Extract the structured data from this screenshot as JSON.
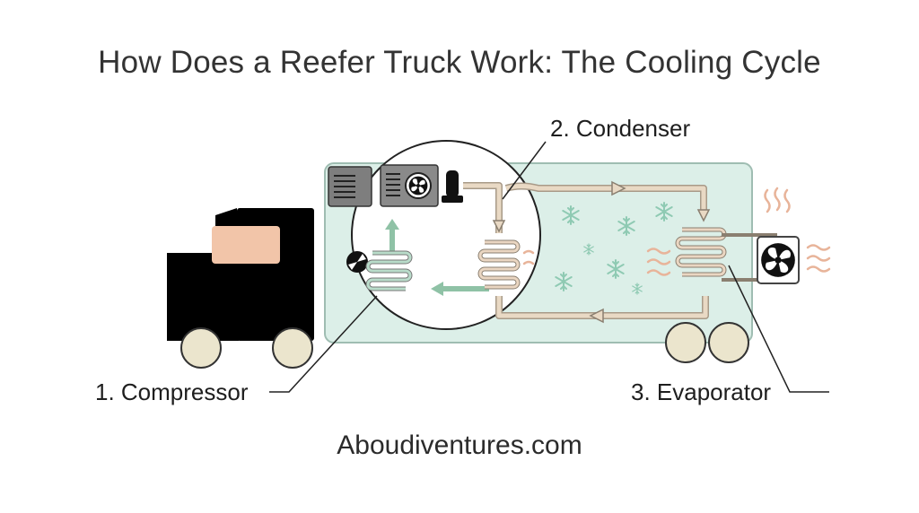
{
  "title": "How Does a Reefer Truck Work: The Cooling Cycle",
  "labels": {
    "compressor": "1. Compressor",
    "condenser": "2. Condenser",
    "evaporator": "3. Evaporator"
  },
  "footer": "Aboudiventures.com",
  "colors": {
    "trailer_fill": "#dcefe8",
    "trailer_stroke": "#9fbdb2",
    "refrigerant_cool": "#8fc2a6",
    "refrigerant_warm": "#e5d3bd",
    "cab": "#000000",
    "cab_window": "#f2c5a9",
    "wheel": "#ebe5cd",
    "snowflake": "#8fcab3",
    "heat_wave": "#e8b49a"
  },
  "icons": [
    "fan-icon",
    "snowflake-icon",
    "heat-wave-icon",
    "compressor-unit-icon",
    "coil-icon"
  ]
}
